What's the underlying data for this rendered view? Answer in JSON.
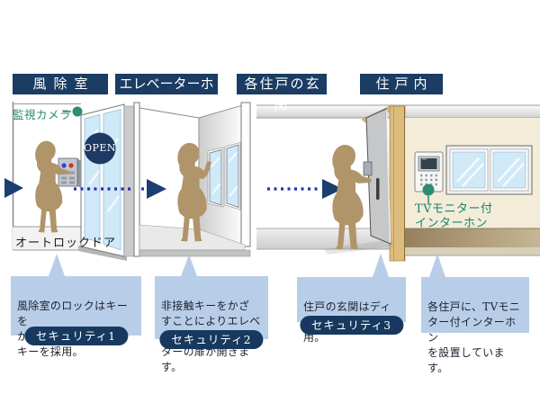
{
  "stages": [
    {
      "label": "風除室"
    },
    {
      "label": "エレベーターホール"
    },
    {
      "label": "各住戸の玄関"
    },
    {
      "label": "住戸内"
    }
  ],
  "labels": {
    "camera": "監視カメラ",
    "open": "OPEN",
    "autolock": "オートロックドア",
    "intercom": "TVモニター付\nインターホン"
  },
  "callouts": [
    {
      "text": "風除室のロックはキーを\nかざすだけの非接触\nキーを採用。",
      "badge": "セキュリティ1"
    },
    {
      "text": "非接触キーをかざ\nすことによりエレベー\nターの扉が開きます。",
      "badge": "セキュリティ2"
    },
    {
      "text": "住戸の玄関はディ\nンプルキーを採用。",
      "badge": "セキュリティ3"
    },
    {
      "text": "各住戸に、TVモニ\nター付インターホン\nを設置しています。",
      "badge": ""
    }
  ],
  "colors": {
    "navy": "#1b3c63",
    "bubble_blue": "#b8cee8",
    "accent_green": "#2e8b74",
    "dots_blue": "#282fad",
    "figure_tan": "#b0956a",
    "glass_blue": "#cfe9f8",
    "wood_tan": "#dcbc7e",
    "wall_cream": "#f2ecd9"
  }
}
